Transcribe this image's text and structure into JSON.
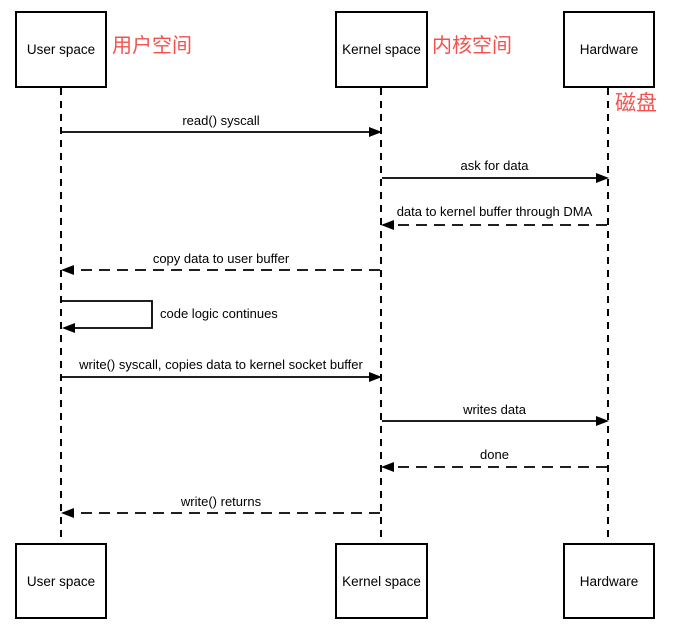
{
  "diagram": {
    "type": "sequence-diagram",
    "background_color": "#ffffff",
    "line_color": "#000000",
    "annotation_color": "#f4514e",
    "actors": [
      {
        "id": "user",
        "label": "User space",
        "annotation": "用户空间"
      },
      {
        "id": "kernel",
        "label": "Kernel space",
        "annotation": "内核空间"
      },
      {
        "id": "hardware",
        "label": "Hardware",
        "annotation": "磁盘"
      }
    ],
    "messages": [
      {
        "label": "read() syscall",
        "from": "user",
        "to": "kernel",
        "style": "solid"
      },
      {
        "label": "ask for data",
        "from": "kernel",
        "to": "hardware",
        "style": "solid"
      },
      {
        "label": "data to kernel buffer through DMA",
        "from": "hardware",
        "to": "kernel",
        "style": "dashed"
      },
      {
        "label": "copy data to user buffer",
        "from": "kernel",
        "to": "user",
        "style": "dashed"
      },
      {
        "label": "code logic continues",
        "from": "user",
        "to": "user",
        "style": "self-loop"
      },
      {
        "label": "write() syscall, copies data to kernel socket buffer",
        "from": "user",
        "to": "kernel",
        "style": "solid"
      },
      {
        "label": "writes data",
        "from": "kernel",
        "to": "hardware",
        "style": "solid"
      },
      {
        "label": "done",
        "from": "hardware",
        "to": "kernel",
        "style": "dashed"
      },
      {
        "label": "write() returns",
        "from": "kernel",
        "to": "user",
        "style": "dashed"
      }
    ]
  }
}
